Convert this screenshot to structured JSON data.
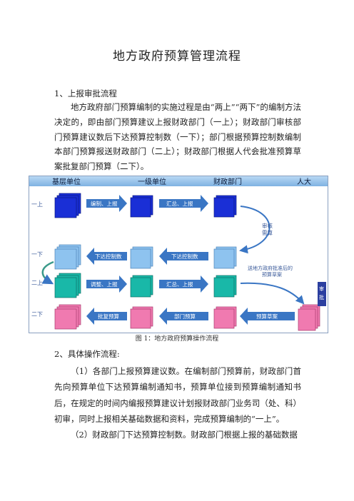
{
  "title": "地方政府预算管理流程",
  "section1": {
    "heading": "1、上报审批流程",
    "paragraph": "地方政府部门预算编制的实施过程是由“两上”“两下”的编制方法决定的，即由部门预算建议上报财政部门（一上）；财政部门审核部门预算建议数后下达预算控制数（一下）；部门根据预算控制数编制本部门预算报送财政部门（二上）；财政部门根据人代会批准预算草案批复部门预算（二下）。"
  },
  "diagram": {
    "columns": [
      "基层单位",
      "一级单位",
      "财政部门",
      "人大"
    ],
    "rows": [
      "一上",
      "一下",
      "二上",
      "二下"
    ],
    "arrows": {
      "r1a": "编制、上报",
      "r1b": "汇总、上报",
      "r2a": "下达控制数",
      "r2b": "下达控制数",
      "r3a": "调整、上报",
      "r3b": "汇总、上报",
      "r4a": "批复预算",
      "r4b": "部门预算",
      "r4c": "预算草案"
    },
    "notes": {
      "review": "审核\n需算",
      "submit": "送地方政府批准后的\n预算草案",
      "approve": "审批"
    },
    "colors": {
      "row1": "#1a2fd6",
      "row2": "#8ec3ef",
      "row3": "#19b8a8",
      "row4": "#f07ab0",
      "header": "#9cc6ec",
      "arrow": "#3a76c4"
    }
  },
  "caption": "图 1：地方政府预算操作流程",
  "section2": {
    "heading": "2、具体操作流程:",
    "p1": "（1）各部门上报预算建议数。在编制部门预算前，财政部门首先向预算单位下达预算编制通知书，预算单位接到预算编制通知书后，在规定的时间内编报预算建议计划报财政部门业务司（处、科）初审，同时上报相关基础数据和资料，完成预算编制的“一上”。",
    "p2": "（2）财政部门下达预算控制数。财政部门根据上报的基础数据"
  }
}
